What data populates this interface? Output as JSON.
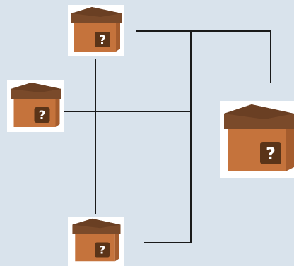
{
  "diagram": {
    "nodes": [
      {
        "id": "top",
        "icon": "mystery-box-icon",
        "glyph": "?"
      },
      {
        "id": "left",
        "icon": "mystery-box-icon",
        "glyph": "?"
      },
      {
        "id": "bottom",
        "icon": "mystery-box-icon",
        "glyph": "?"
      },
      {
        "id": "right",
        "icon": "mystery-box-icon",
        "glyph": "?"
      }
    ],
    "colors": {
      "background": "#d9e3ec",
      "card": "#ffffff",
      "box_lid": "#7a4a2a",
      "box_lid_top": "#6a3f23",
      "box_body": "#c5733c",
      "box_body_shadow": "#a55c2d",
      "badge": "#5a3418",
      "glyph": "#ffffff",
      "line": "#1a1a1a"
    }
  }
}
